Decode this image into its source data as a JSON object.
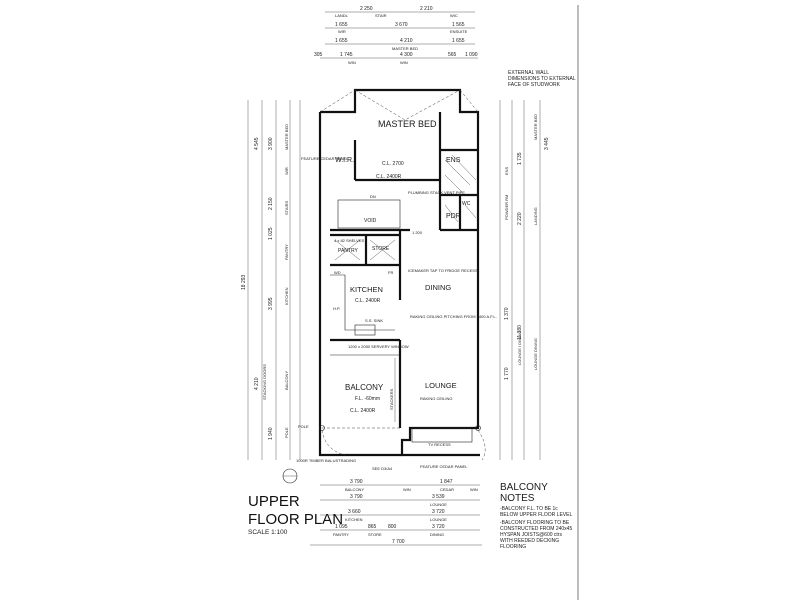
{
  "title": {
    "line1": "UPPER",
    "line2": "FLOOR PLAN",
    "scale": "SCALE 1:100"
  },
  "notes": {
    "heading": "BALCONY NOTES",
    "items": [
      "-BALCONY F.L. TO BE 1c BELOW UPPER FLOOR LEVEL",
      "-BALCONY FLOORING TO BE CONSTRUCTED FROM 240x45 HYSPAN JOISTS@600 ctrs WITH REEDED DECKING FLOORING"
    ]
  },
  "wall_note": "EXTERNAL WALL DIMENSIONS TO EXTERNAL FACE OF STUDWORK",
  "rooms": {
    "master_bed": "MASTER BED",
    "wir": "W.I.R.",
    "ens": "ENS",
    "wc": "WC",
    "pdr": "PDR",
    "void": "VOID",
    "pantry": "PANTRY",
    "store": "STORE",
    "kitchen": "KITCHEN",
    "dining": "DINING",
    "balcony": "BALCONY",
    "lounge": "LOUNGE"
  },
  "labels": {
    "ceiling_2700": "C.L. 2700",
    "ceiling_2400_bed": "C.L. 2400R",
    "ceiling_kitchen": "C.L. 2400R",
    "ceiling_balcony": "C.L. 2400R",
    "balcony_fl": "F.L. -60mm",
    "plumbing": "PLUMBING STACK VENT PIPE",
    "shelves": "4 x 82 SHELVES",
    "icemaker": "ICEMAKER TAP TO FRIDGE RECESS",
    "raking_dining": "RAKING CEILING PITCHING FROM 2400 A.F.L.",
    "raking_lounge": "RAKING CEILING",
    "sink": "S.S. SINK",
    "servery": "1200 x 2050 SERVERY WINDOW",
    "stackers": "STACKERS",
    "tv_recess": "TV RECESS",
    "feature_cedar": "FEATURE CEDAR PANEL",
    "feature_cedar_left": "FEATURE CEDAR PANEL",
    "balustrade": "1000R TIMBER BALUSTRADING",
    "see_detail": "SEE D3/A4",
    "pole": "POLE",
    "dim_1200": "1 200",
    "wd": "WD",
    "fr": "FR",
    "hp": "H.P.",
    "dn": "DN"
  },
  "top_dims": {
    "row1": [
      "2 250",
      "2 210"
    ],
    "row1_labels": [
      "LANDL",
      "STAIR",
      "WIC"
    ],
    "row2": [
      "1 655",
      "3 670",
      "1 565"
    ],
    "row2_labels": [
      "WIR",
      "ENSUITE"
    ],
    "row3": [
      "1 655",
      "4 210",
      "1 655"
    ],
    "row3_labels": [
      "MASTER BED"
    ],
    "row4": [
      "305",
      "1 745",
      "4 300",
      "565",
      "1 090"
    ],
    "row4_labels": [
      "WIN",
      "WIN"
    ]
  },
  "left_dims": [
    "4 545",
    "3 900",
    "2 150",
    "1 025",
    "3 995",
    "4 210",
    "18 293",
    "1 940"
  ],
  "left_labels": [
    "MASTER BED",
    "WIR",
    "STAIRS",
    "PANTRY",
    "KITCHEN",
    "STACKING DOORS",
    "BALCONY",
    "POLE"
  ],
  "right_dims": [
    "3 445",
    "1 735",
    "2 220",
    "11 380",
    "1 770",
    "1 370"
  ],
  "right_labels": [
    "MASTER BED",
    "ENS",
    "POWDER RM",
    "LANDING",
    "LOUNGE / DINING",
    "LOUNGE DINING"
  ],
  "bottom_dims": {
    "row1": [
      "3 790",
      "1 847"
    ],
    "row1_labels": [
      "BALCONY",
      "WIN",
      "CEDAR",
      "WIN"
    ],
    "row2": [
      "3 790",
      "3 539"
    ],
    "row2_labels": [
      "LOUNGE"
    ],
    "row3": [
      "3 660",
      "3 720"
    ],
    "row3_labels": [
      "KITCHEN",
      "LOUNGE"
    ],
    "row4": [
      "1 095",
      "865",
      "800",
      "3 720"
    ],
    "row4_labels": [
      "PANTRY",
      "STORE",
      "DINING"
    ],
    "total": "7 700"
  }
}
